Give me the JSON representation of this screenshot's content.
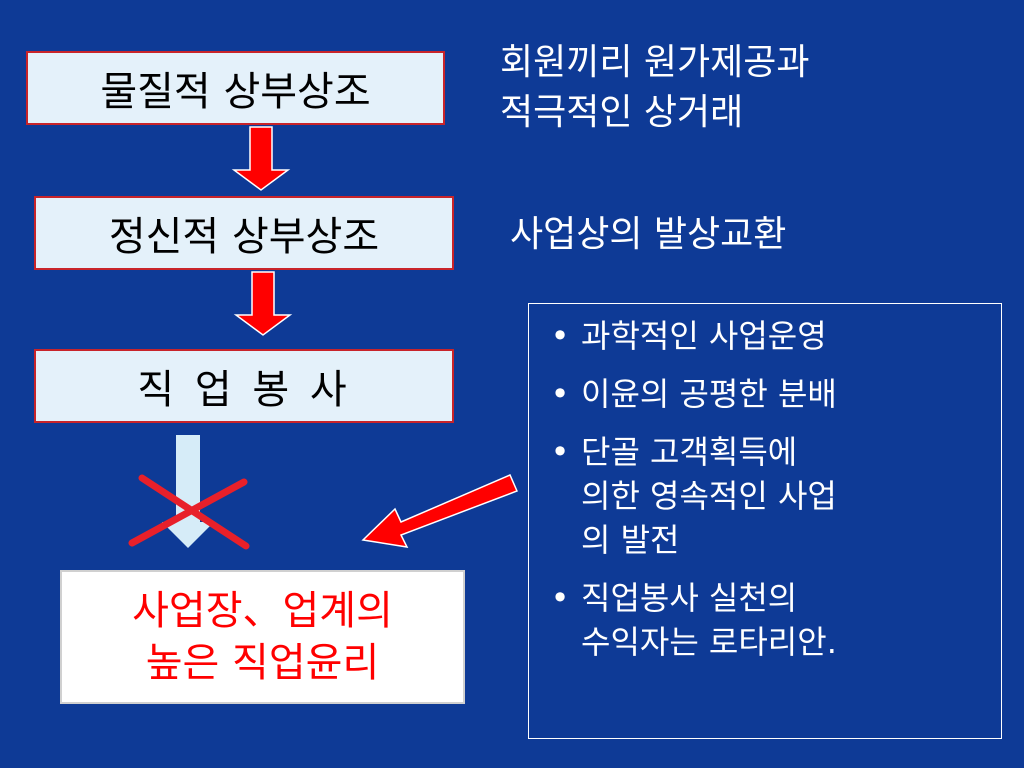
{
  "flow": {
    "step1": "물질적 상부상조",
    "step2": "정신적 상부상조",
    "step3": "직 업 봉 사",
    "result_line1": "사업장、업계의",
    "result_line2": "높은 직업윤리"
  },
  "notes": {
    "note1_line1": "회원끼리 원가제공과",
    "note1_line2": "적극적인 상거래",
    "note2": "사업상의 발상교환"
  },
  "bullets": [
    "과학적인 사업운영",
    "이윤의 공평한  분배",
    "단골 고객획득에\n의한 영속적인 사업\n의  발전",
    "직업봉사 실천의\n수익자는 로타리안."
  ],
  "colors": {
    "background": "#0e3a96",
    "box_fill": "#e4f1fa",
    "box_border": "#c8242a",
    "arrow_red": "#ff0000",
    "cross_red": "#e8202a",
    "faded_arrow": "#d6ecf8"
  }
}
